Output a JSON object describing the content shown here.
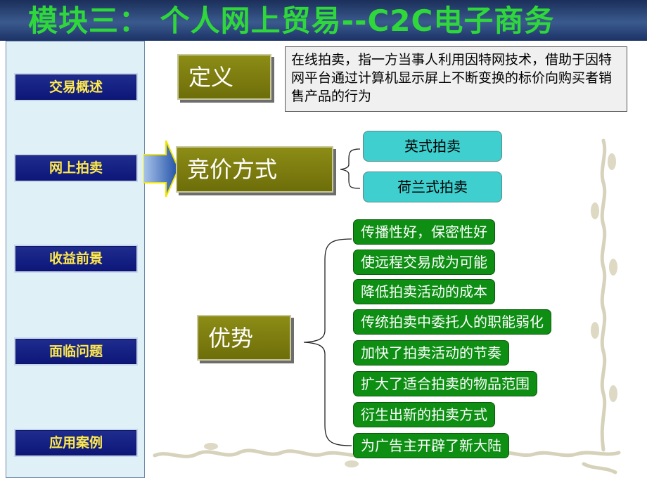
{
  "title": "模块三： 个人网上贸易--C2C电子商务",
  "sidebar": {
    "items": [
      {
        "label": "交易概述"
      },
      {
        "label": "网上拍卖"
      },
      {
        "label": "收益前景"
      },
      {
        "label": "面临问题"
      },
      {
        "label": "应用案例"
      }
    ]
  },
  "definition": {
    "label": "定义",
    "text": "在线拍卖，指一方当事人利用因特网技术，借助于因特网平台通过计算机显示屏上不断变换的标价向购买者销售产品的行为"
  },
  "bidding": {
    "label": "竞价方式",
    "methods": [
      "英式拍卖",
      "荷兰式拍卖"
    ]
  },
  "advantages": {
    "label": "优势",
    "items": [
      "传播性好，保密性好",
      "使远程交易成为可能",
      "降低拍卖活动的成本",
      "传统拍卖中委托人的职能弱化",
      "加快了拍卖活动的节奏",
      "扩大了适合拍卖的物品范围",
      "衍生出新的拍卖方式",
      "为广告主开辟了新大陆"
    ]
  },
  "colors": {
    "title_text": "#2fd83a",
    "nav_bg": "#0c1678",
    "nav_text": "#ffe94d",
    "olive": "#7d7d10",
    "teal": "#3fcfcf",
    "green": "#0e8f14"
  }
}
